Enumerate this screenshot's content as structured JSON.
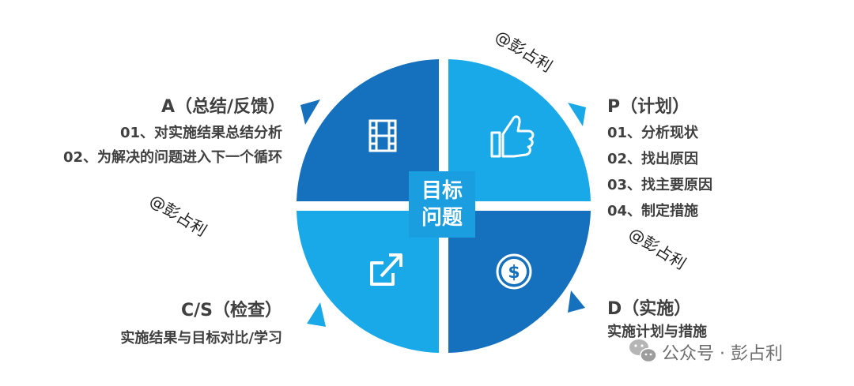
{
  "colors": {
    "dark_blue": "#1570bd",
    "light_blue": "#19a9e8",
    "text": "#404040"
  },
  "center": {
    "line1": "目标",
    "line2": "问题"
  },
  "quadrants": {
    "A": {
      "title": "A（总结/反馈）",
      "items": [
        "01、对实施结果总结分析",
        "02、为解决的问题进入下一个循环"
      ],
      "icon": "film-icon"
    },
    "P": {
      "title": "P（计划）",
      "items": [
        "01、分析现状",
        "02、找出原因",
        "03、找主要原因",
        "04、制定措施"
      ],
      "icon": "thumbs-up-icon"
    },
    "C": {
      "title": "C/S（检查）",
      "items": [
        "实施结果与目标对比/学习"
      ],
      "icon": "share-icon"
    },
    "D": {
      "title": "D（实施）",
      "items": [
        "实施计划与措施"
      ],
      "icon": "dollar-icon"
    }
  },
  "watermarks": [
    "@彭占利",
    "@彭占利",
    "@彭占利"
  ],
  "footer": {
    "label": "公众号 · 彭占利",
    "icon": "wechat-icon"
  }
}
